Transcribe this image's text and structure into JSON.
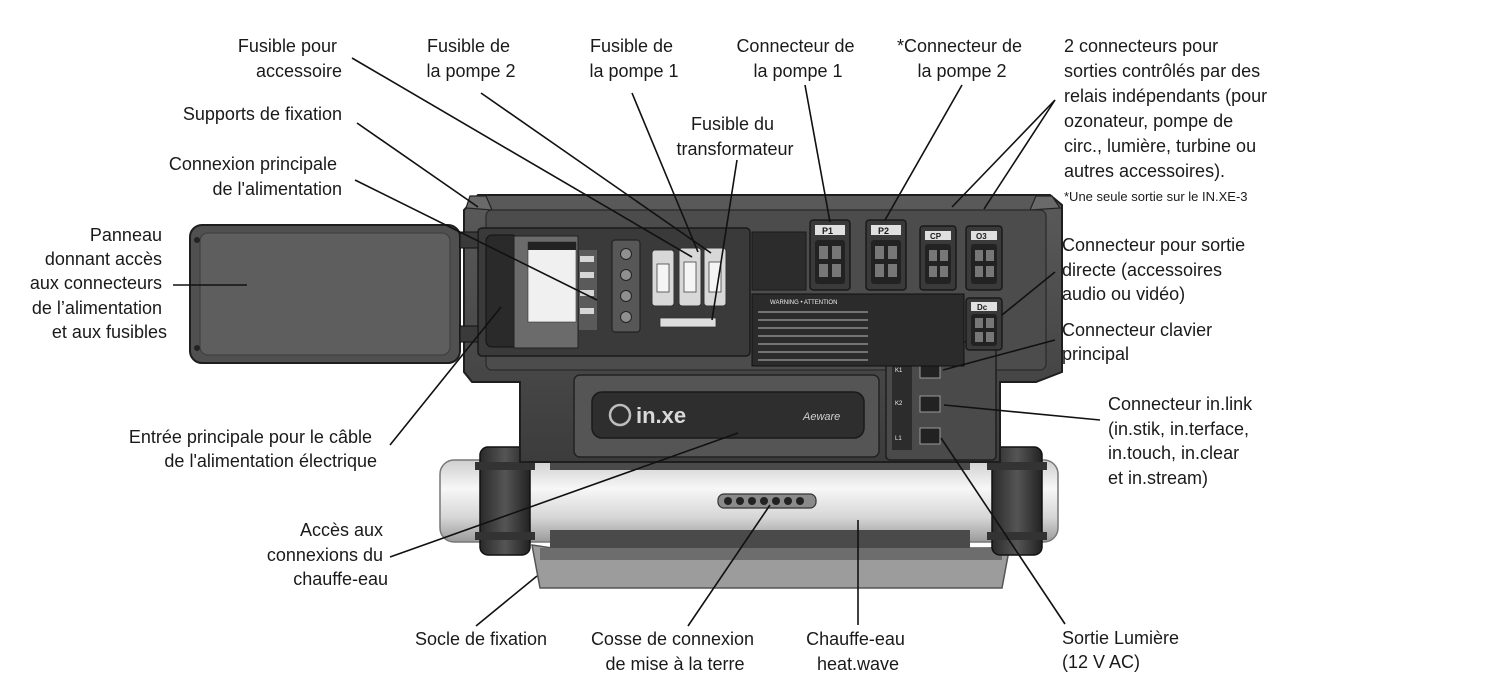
{
  "device": {
    "brand_text": "in.xe",
    "maker_text": "Aeware",
    "connector_labels": {
      "p1": "P1",
      "p2": "P2",
      "cp": "CP",
      "o3": "O3",
      "dc": "Dc"
    },
    "warning_title": "WARNING • ATTENTION",
    "panel_port_labels": [
      "K1",
      "K2",
      "L1"
    ]
  },
  "labels": {
    "fusible_accessoire": [
      "Fusible pour",
      "accessoire"
    ],
    "fusible_pompe2": [
      "Fusible de",
      "la pompe 2"
    ],
    "fusible_pompe1": [
      "Fusible de",
      "la pompe 1"
    ],
    "connecteur_pompe1": [
      "Connecteur de",
      "la pompe 1"
    ],
    "connecteur_pompe2": [
      "*Connecteur de",
      "la pompe 2"
    ],
    "deux_connecteurs": [
      "2 connecteurs pour",
      "sorties contrôlés par des",
      "relais indépendants (pour",
      "ozonateur, pompe de",
      "circ., lumière, turbine ou",
      "autres accessoires)."
    ],
    "note_in_xe3": "*Une seule sortie sur le IN.XE-3",
    "supports_fixation": [
      "Supports de fixation"
    ],
    "fusible_transfo": [
      "Fusible du",
      "transformateur"
    ],
    "connexion_principale": [
      "Connexion principale",
      "de l'alimentation"
    ],
    "panneau": [
      "Panneau",
      "donnant accès",
      "aux connecteurs",
      "de l’alimentation",
      "et aux fusibles"
    ],
    "sortie_directe": [
      "Connecteur pour sortie",
      "directe (accessoires",
      "audio ou vidéo)"
    ],
    "clavier": [
      "Connecteur clavier",
      "principal"
    ],
    "inlink": [
      "Connecteur in.link",
      "(in.stik, in.terface,",
      "in.touch, in.clear",
      "et in.stream)"
    ],
    "entree_cable": [
      "Entrée principale pour le câble",
      "de l'alimentation électrique"
    ],
    "acces_chauffe": [
      "Accès aux",
      "connexions du",
      "chauffe-eau"
    ],
    "socle": [
      "Socle de fixation"
    ],
    "cosse": [
      "Cosse de connexion",
      "de mise à la terre"
    ],
    "chauffe_eau": [
      "Chauffe-eau",
      "heat.wave"
    ],
    "sortie_lumiere": [
      "Sortie Lumière",
      "(12 V AC)"
    ]
  }
}
